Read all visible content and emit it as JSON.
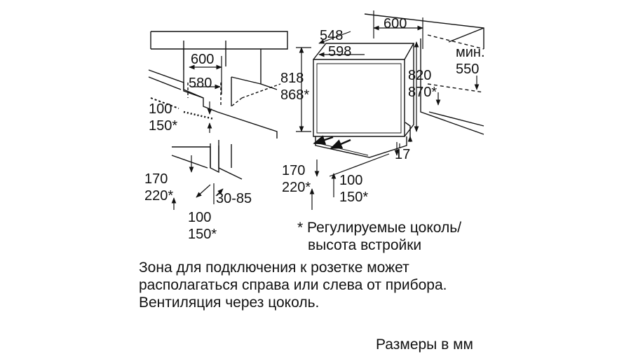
{
  "labels": {
    "left_width": "600",
    "left_inner_width": "580",
    "left_vent_a": "100",
    "left_vent_b": "150*",
    "plinth_h_a": "170",
    "plinth_h_b": "220*",
    "plinth_depth": "30-85",
    "plinth_off_a": "100",
    "plinth_off_b": "150*",
    "top_width": "600",
    "unit_depth": "548",
    "unit_width": "598",
    "unit_height_a": "818",
    "unit_height_b": "868*",
    "niche_height_a": "820",
    "niche_height_b": "870*",
    "min_label": "мин.",
    "min_value": "550",
    "gap": "17",
    "unit_plinth_a": "170",
    "unit_plinth_b": "220*",
    "unit_off_a": "100",
    "unit_off_b": "150*"
  },
  "footnote": [
    "* Регулируемые цоколь/",
    "высота встройки"
  ],
  "notes": [
    "Зона для подключения к розетке может",
    "располагаться справа или слева от прибора.",
    "Вентиляция через цоколь."
  ],
  "units": "Размеры в мм"
}
